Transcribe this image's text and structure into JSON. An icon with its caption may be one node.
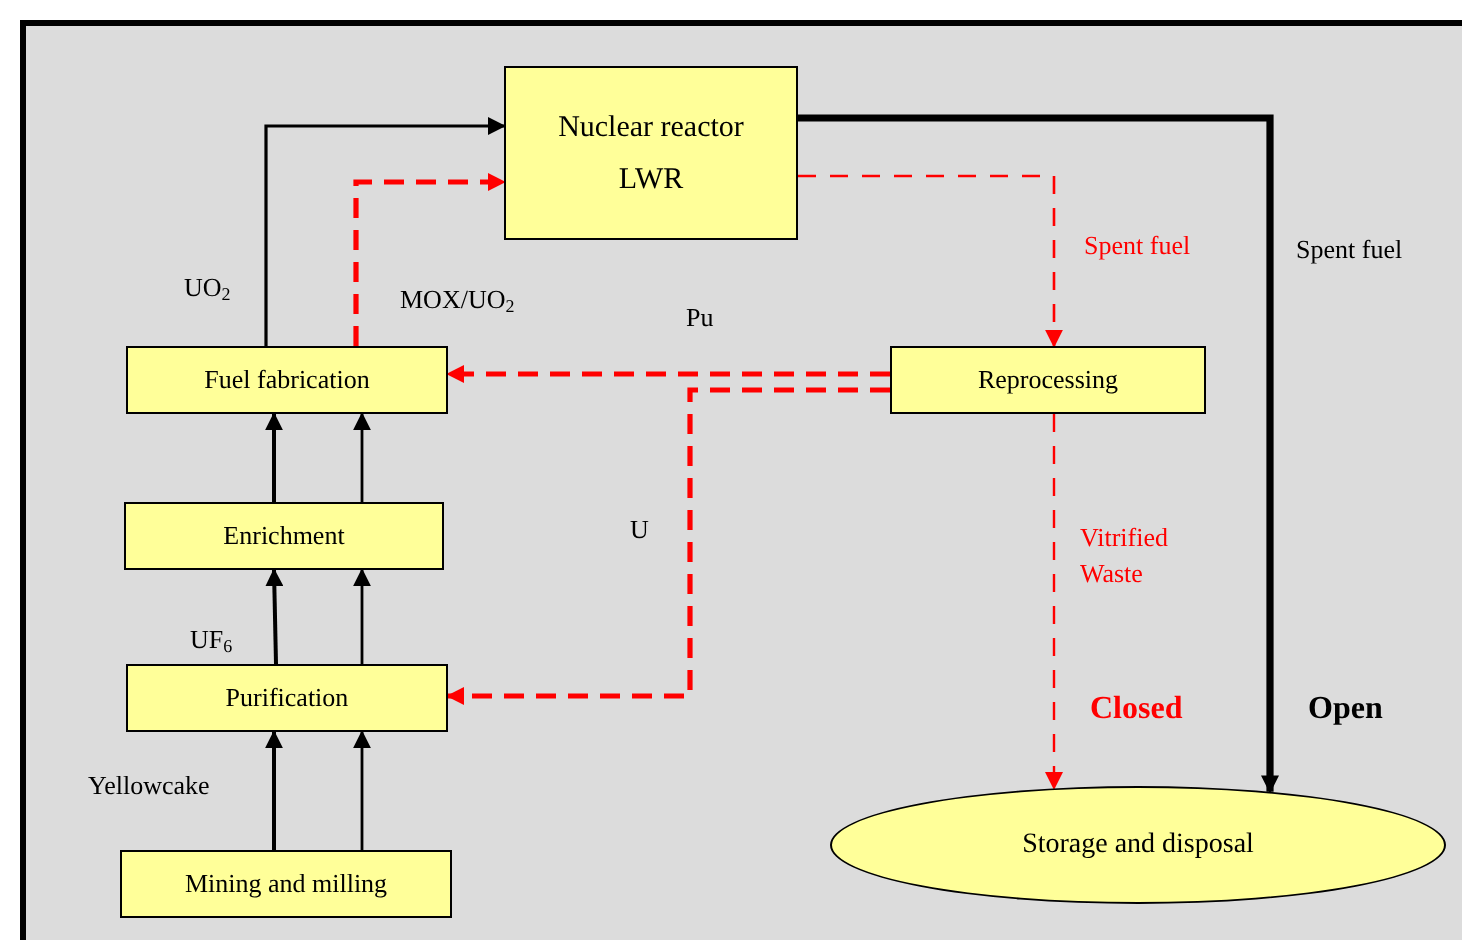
{
  "diagram": {
    "nodes": [
      {
        "text": [
          "Nuclear reactor LWR"
        ]
      },
      {
        "text": [
          "Fuel fabrication"
        ]
      },
      {
        "text": [
          "Reprocessing"
        ]
      },
      {
        "text": [
          "Enrichment"
        ]
      },
      {
        "text": [
          "Purification"
        ]
      },
      {
        "text": [
          "Mining and milling"
        ]
      },
      {
        "text": [
          "Storage and disposal"
        ]
      }
    ],
    "edges": [
      {
        "from": 1,
        "to": 0,
        "arrow": "to",
        "label": "UO$_{2}$"
      },
      {
        "from": 1,
        "to": 0,
        "arrow": "to",
        "label": "MOX/UO$_{2}$",
        "style": "dashed",
        "color": "#ff0000"
      },
      {
        "from": 0,
        "to": 2,
        "arrow": "to",
        "label": "Spent fuel",
        "style": "dashed",
        "color": "#ff0000"
      },
      {
        "from": 0,
        "to": 6,
        "arrow": "to",
        "label": "Spent fuel",
        "style": "thick"
      },
      {
        "from": 2,
        "to": 1,
        "arrow": "to",
        "label": "Pu",
        "style": "dashed",
        "color": "#ff0000"
      },
      {
        "from": 2,
        "to": 4,
        "arrow": "to",
        "label": "U",
        "style": "dashed",
        "color": "#ff0000"
      },
      {
        "from": 2,
        "to": 6,
        "arrow": "to",
        "label": "Vitrified Waste",
        "style": "dashed",
        "color": "#ff0000"
      },
      {
        "from": 3,
        "to": 1,
        "arrow": "to"
      },
      {
        "from": 3,
        "to": 1,
        "arrow": "to"
      },
      {
        "from": 4,
        "to": 3,
        "arrow": "to",
        "label": "UF$_{6}$"
      },
      {
        "from": 4,
        "to": 3,
        "arrow": "to"
      },
      {
        "from": 5,
        "to": 4,
        "arrow": "to",
        "label": "Yellowcake"
      },
      {
        "from": 5,
        "to": 4,
        "arrow": "to"
      }
    ],
    "labels": [
      "Closed",
      "Open"
    ]
  }
}
